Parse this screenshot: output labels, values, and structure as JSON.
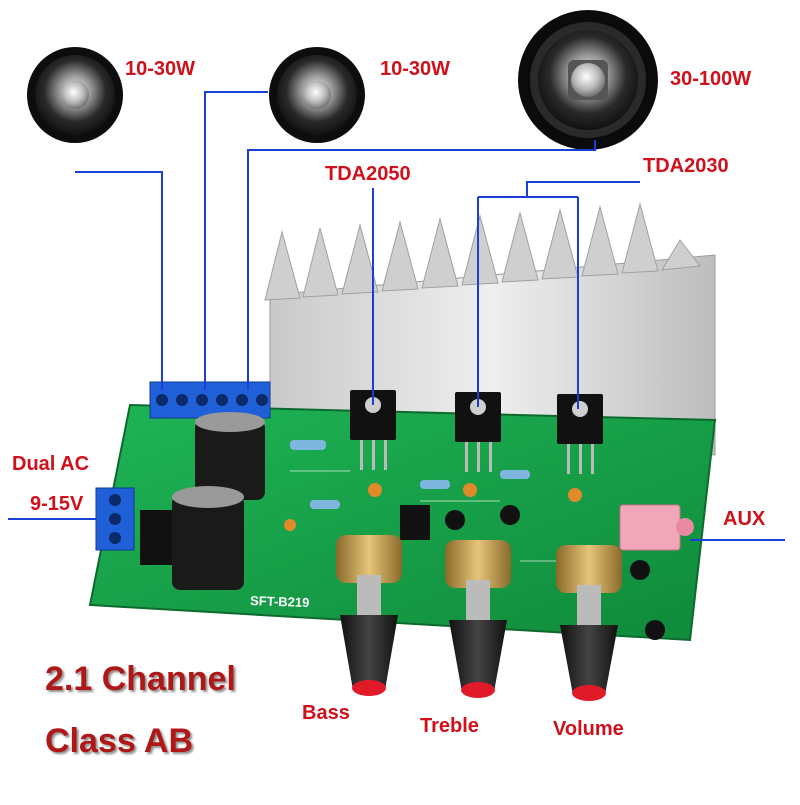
{
  "speakers": [
    {
      "power": "10-30W"
    },
    {
      "power": "10-30W"
    },
    {
      "power": "30-100W"
    }
  ],
  "chips": {
    "left": "TDA2050",
    "right": "TDA2030"
  },
  "input": {
    "line1": "Dual AC",
    "line2": "9-15V"
  },
  "aux": "AUX",
  "knobs": [
    "Bass",
    "Treble",
    "Volume"
  ],
  "headline": {
    "line1": "2.1 Channel",
    "line2": "Class AB"
  },
  "board_marking": "SFT-B219",
  "colors": {
    "label": "#d0101a",
    "wire": "#1a3fd6",
    "pcb": "#16a047",
    "terminal": "#1f5fd8",
    "heatsink": "#d9d9d9"
  }
}
